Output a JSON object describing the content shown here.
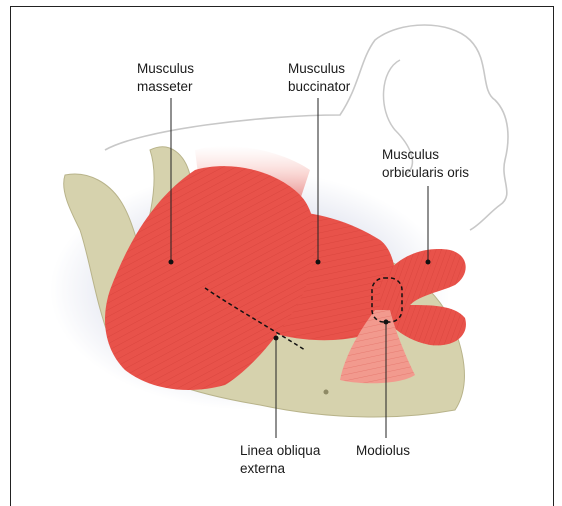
{
  "figure": {
    "labels": {
      "masseter": "Musculus\nmasseter",
      "buccinator": "Musculus\nbuccinator",
      "orbicularis": "Musculus\norbicularis oris",
      "linea": "Linea obliqua\nexterna",
      "modiolus": "Modiolus"
    },
    "colors": {
      "muscle": "#e8524a",
      "muscle_light": "#f29a8e",
      "bone": "#d6d2ad",
      "bone_shadow": "#9aa3c7",
      "outline": "#c8c8c8"
    }
  }
}
